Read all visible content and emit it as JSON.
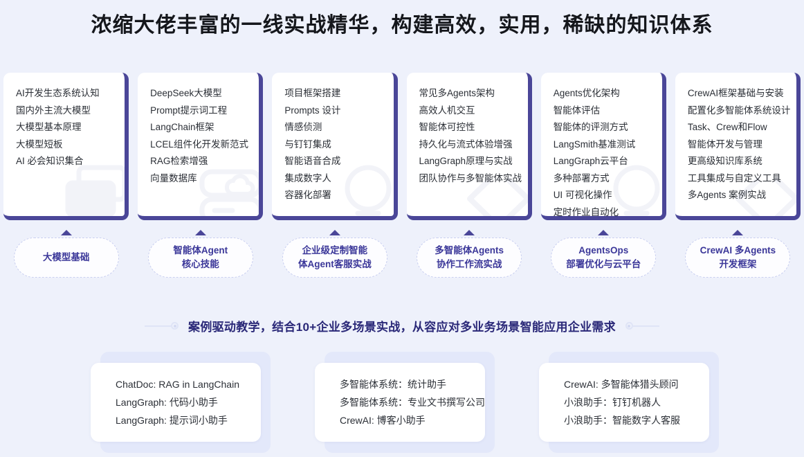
{
  "header": {
    "title": "浓缩大佬丰富的一线实战精华，构建高效，实用，稀缺的知识体系"
  },
  "modules": [
    {
      "watermark_icon": "chat-question-icon",
      "topics": [
        "AI开发生态系统认知",
        "国内外主流大模型",
        "大模型基本原理",
        "大模型短板",
        "AI 必会知识集合"
      ],
      "pill_label": "大模型基础"
    },
    {
      "watermark_icon": "cloud-database-icon",
      "topics": [
        "DeepSeek大模型",
        "Prompt提示词工程",
        "LangChain框架",
        "LCEL组件化开发新范式",
        "RAG检索增强",
        "向量数据库"
      ],
      "pill_label": "智能体Agent\n核心技能"
    },
    {
      "watermark_icon": "lightbulb-icon",
      "topics": [
        "项目框架搭建",
        "Prompts 设计",
        "情感侦测",
        "与钉钉集成",
        "智能语音合成",
        "集成数字人",
        "容器化部署"
      ],
      "pill_label": "企业级定制智能\n体Agent客服实战"
    },
    {
      "watermark_icon": "code-brackets-icon",
      "topics": [
        "常见多Agents架构",
        "高效人机交互",
        "智能体可控性",
        "持久化与流式体验增强",
        "LangGraph原理与实战",
        "团队协作与多智能体实战"
      ],
      "pill_label": "多智能体Agents\n协作工作流实战"
    },
    {
      "watermark_icon": "lightbulb-icon",
      "topics": [
        "Agents优化架构",
        "智能体评估",
        "智能体的评测方式",
        "LangSmith基准测试",
        "LangGraph云平台",
        "多种部署方式",
        "UI 可视化操作",
        "定时作业自动化"
      ],
      "pill_label": "AgentsOps\n部署优化与云平台"
    },
    {
      "watermark_icon": "code-brackets-icon",
      "topics": [
        "CrewAI框架基础与安装",
        "配置化多智能体系统设计",
        "Task、Crew和Flow",
        "智能体开发与管理",
        "更高级知识库系统",
        "工具集成与自定义工具",
        "多Agents 案例实战"
      ],
      "pill_label": "CrewAI 多Agents\n开发框架"
    }
  ],
  "divider": {
    "text": "案例驱动教学，结合10+企业多场景实战，从容应对多业务场景智能应用企业需求"
  },
  "cases": [
    {
      "items": [
        "ChatDoc: RAG in LangChain",
        "LangGraph: 代码小助手",
        "LangGraph: 提示词小助手"
      ]
    },
    {
      "items": [
        "多智能体系统：统计助手",
        "多智能体系统：专业文书撰写公司",
        "CrewAI: 博客小助手"
      ]
    },
    {
      "items": [
        "CrewAI: 多智能体猎头顾问",
        "小浪助手：钉钉机器人",
        "小浪助手：智能数字人客服"
      ]
    }
  ],
  "colors": {
    "background": "#eef1fb",
    "accent": "#4a4698",
    "pill_text": "#3b3799",
    "divider_text": "#2a2878",
    "card_bg": "#ffffff",
    "case_back": "#e3e8fa",
    "watermark": "#f2f3f8"
  }
}
